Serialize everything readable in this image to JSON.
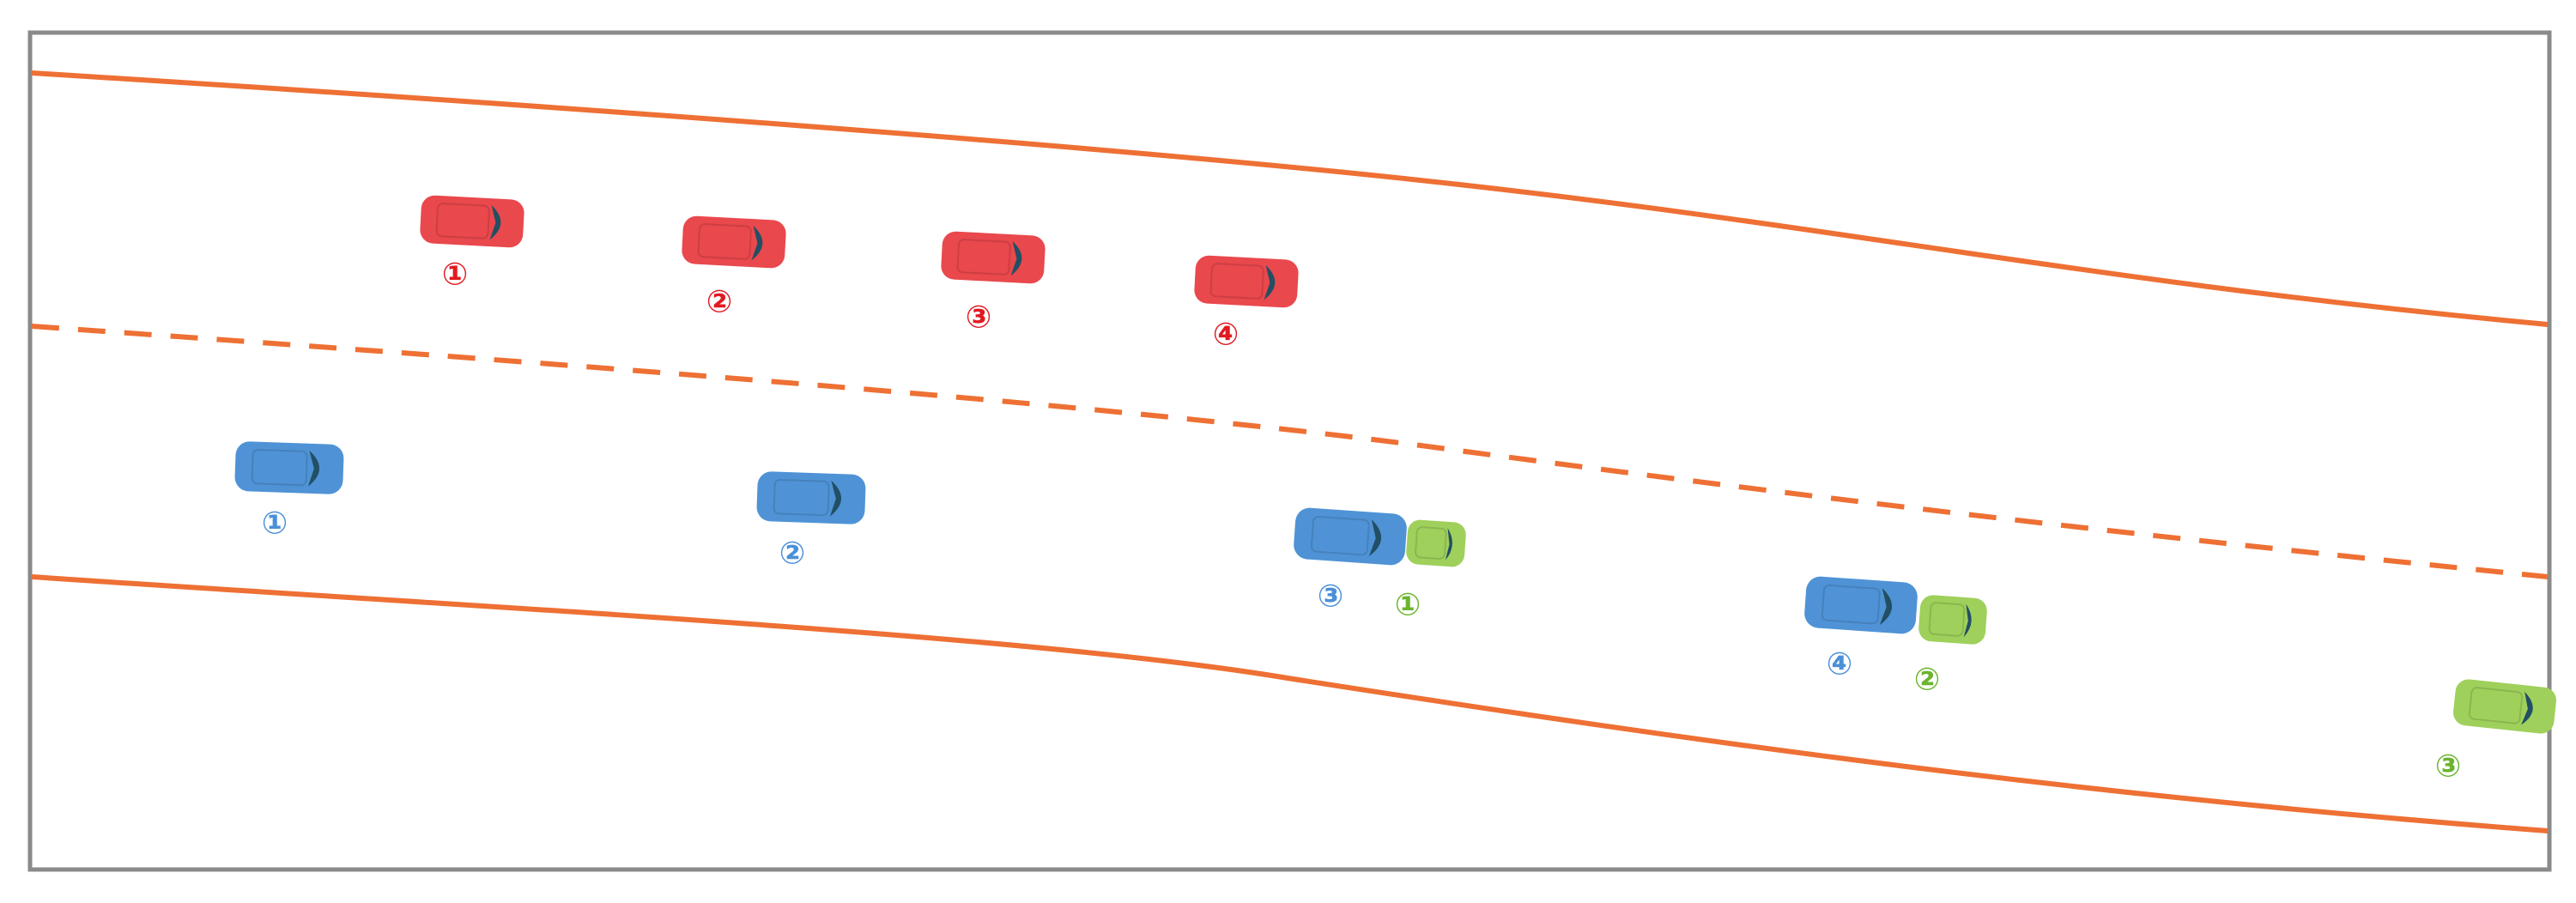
{
  "colors": {
    "road_edge": "#ee7034",
    "lane_divider": "#ee7034",
    "frame": "#8a8a8a",
    "red_body": "#e9484d",
    "red_label": "#e11a22",
    "blue_body": "#4f93d6",
    "blue_label": "#4a90d9",
    "green_body": "#9fd05b",
    "green_label": "#6ab42e",
    "windshield": "#224f63"
  },
  "vehicles": [
    {
      "group": "red",
      "label": "①"
    },
    {
      "group": "red",
      "label": "②"
    },
    {
      "group": "red",
      "label": "③"
    },
    {
      "group": "red",
      "label": "④"
    },
    {
      "group": "blue",
      "label": "①"
    },
    {
      "group": "blue",
      "label": "②"
    },
    {
      "group": "blue",
      "label": "③"
    },
    {
      "group": "blue",
      "label": "④"
    },
    {
      "group": "green",
      "label": "①"
    },
    {
      "group": "green",
      "label": "②"
    },
    {
      "group": "green",
      "label": "③"
    }
  ]
}
